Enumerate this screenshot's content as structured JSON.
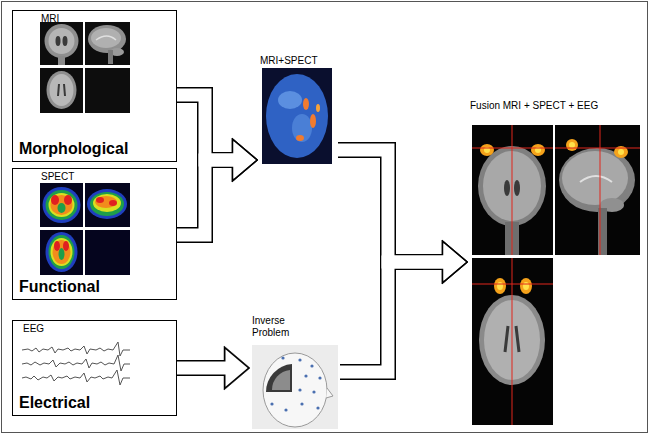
{
  "diagram": {
    "nodes": [
      {
        "text": [
          "MRI",
          "Morphological"
        ]
      },
      {
        "text": [
          "SPECT",
          "Functional"
        ]
      },
      {
        "text": [
          "EEG",
          "Electrical"
        ]
      },
      {
        "text": [
          "MRI+SPECT"
        ]
      },
      {
        "text": [
          "Inverse Problem"
        ]
      },
      {
        "text": [
          "Fusion MRI + SPECT + EEG"
        ]
      }
    ],
    "edges": [
      {
        "from": 0,
        "to": 3,
        "arrow": "to"
      },
      {
        "from": 1,
        "to": 3,
        "arrow": "to"
      },
      {
        "from": 2,
        "to": 4,
        "arrow": "to"
      },
      {
        "from": 3,
        "to": 5,
        "arrow": "to"
      },
      {
        "from": 4,
        "to": 5,
        "arrow": "to"
      }
    ]
  }
}
